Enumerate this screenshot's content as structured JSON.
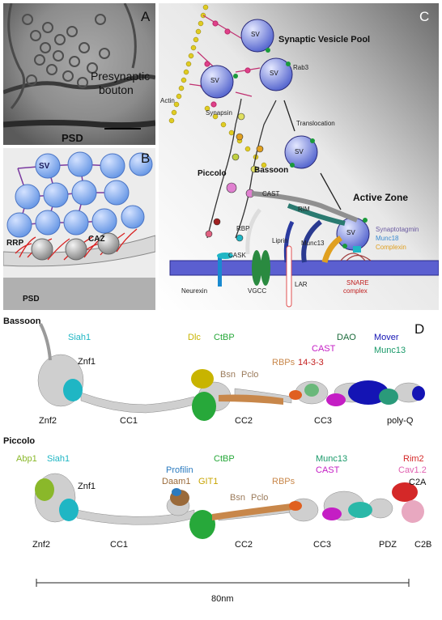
{
  "panel_a": {
    "letter": "A",
    "bouton_label_line1": "Presynaptic",
    "bouton_label_line2": "bouton",
    "psd_label": "PSD"
  },
  "panel_b": {
    "letter": "B",
    "sv_label": "SV",
    "rrp_label": "RRP",
    "caz_label": "CAZ",
    "psd_label": "PSD"
  },
  "panel_c": {
    "letter": "C",
    "pool_title": "Synaptic Vesicle Pool",
    "sv": "SV",
    "rab3": "Rab3",
    "actin": "Actin",
    "synapsin": "Synapsin",
    "translocation": "Translocation",
    "piccolo": "Piccolo",
    "bassoon": "Bassoon",
    "cast": "CAST",
    "rim": "RIM",
    "active_zone": "Active Zone",
    "munc13": "Munc13",
    "rbp": "RBP",
    "liprin": "Liprin",
    "cask": "CASK",
    "neurexin": "Neurexin",
    "vgcc": "VGCC",
    "lar": "LAR",
    "synaptotagmin": "Synaptotagmin",
    "munc18": "Munc18",
    "complexin": "Complexin",
    "snare_line1": "SNARE",
    "snare_line2": "complex",
    "colors": {
      "sv": "#8a98e0",
      "membrane": "#5b5fd0",
      "actin": "#d4c21a",
      "synapsin": "#e0408a",
      "rab3": "#1a9a3a"
    }
  },
  "panel_d": {
    "letter": "D",
    "bassoon": {
      "title": "Bassoon",
      "binders": [
        "Siah1",
        "Dlc",
        "CtBP",
        "DAO",
        "Mover",
        "CAST",
        "Munc13",
        "RBPs",
        "14-3-3",
        "Znf1",
        "Bsn",
        "Pclo"
      ],
      "domains": [
        "Znf2",
        "CC1",
        "CC2",
        "CC3",
        "poly-Q"
      ]
    },
    "piccolo": {
      "title": "Piccolo",
      "binders": [
        "Abp1",
        "Siah1",
        "CtBP",
        "Munc13",
        "Rim2",
        "Profilin",
        "CAST",
        "Cav1.2",
        "Daam1",
        "GIT1",
        "C2A",
        "RBPs",
        "Znf1",
        "Bsn",
        "Pclo"
      ],
      "domains": [
        "Znf2",
        "CC1",
        "CC2",
        "CC3",
        "PDZ",
        "C2B"
      ]
    },
    "scale": "80nm",
    "colors": {
      "siah1": "#1fb6c4",
      "dlc": "#c8b400",
      "ctbp": "#27a83a",
      "dao": "#1a6b3a",
      "mover": "#1414b4",
      "cast": "#c41ec4",
      "munc13": "#1a9a6a",
      "rbps": "#c8874a",
      "x1433": "#c42020",
      "abp1": "#8ab82a",
      "rim2": "#d42828",
      "profilin": "#2a7abf",
      "cav12": "#e060b0",
      "daam1": "#9a6a3a",
      "git1": "#c8a400"
    }
  }
}
